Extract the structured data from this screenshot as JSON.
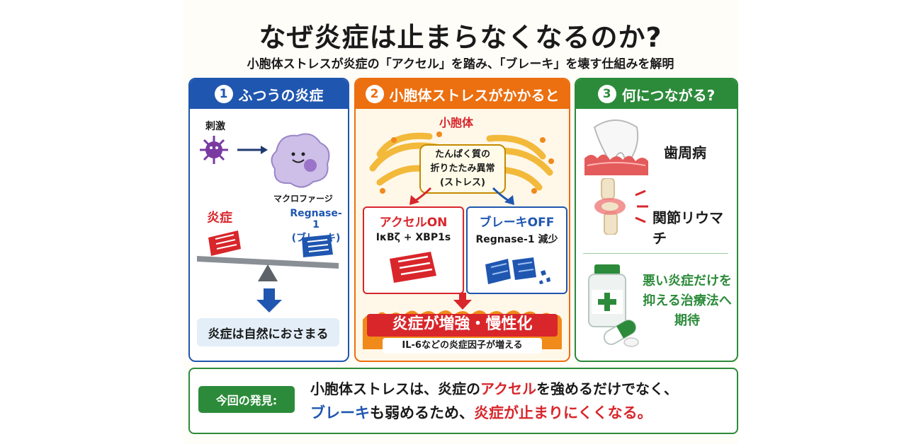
{
  "title": "なぜ炎症は止まらなくなるのか?",
  "subtitle": "小胞体ストレスが炎症の「アクセル」を踏み、「ブレーキ」を壊す仕組みを解明",
  "panel1": {
    "number": "1",
    "heading": "ふつうの炎症",
    "stimulus": "刺激",
    "macrophage": "マクロファージ",
    "inflammation": "炎症",
    "regnase": "Regnase-1",
    "brake": "(ブレーキ)",
    "result": "炎症は自然におさまる"
  },
  "panel2": {
    "number": "2",
    "heading": "小胞体ストレスがかかると",
    "er": "小胞体",
    "stress_lines": [
      "たんぱく質の",
      "折りたたみ異常",
      "(ストレス)"
    ],
    "accel_title": "アクセルON",
    "accel_sub": "IκBζ + XBP1s",
    "brake_title": "ブレーキOFF",
    "brake_sub": "Regnase-1 減少",
    "result": "炎症が増強・慢性化",
    "result_sub": "IL-6などの炎症因子が増える"
  },
  "panel3": {
    "number": "3",
    "heading": "何につながる?",
    "disease1": "歯周病",
    "disease2": "関節リウマチ",
    "hope_lines": [
      "悪い炎症だけを",
      "抑える治療法へ",
      "期待"
    ]
  },
  "bottom": {
    "badge": "今回の発見:",
    "line1_a": "小胞体ストレスは、炎症の",
    "line1_b": "アクセル",
    "line1_c": "を強めるだけでなく、",
    "line2_a": "ブレーキ",
    "line2_b": "も弱めるため、",
    "line2_c": "炎症が止まりにくくなる。"
  },
  "colors": {
    "blue": "#1f56b0",
    "orange": "#ec6f10",
    "green": "#2c8b3a",
    "red": "#d8262b"
  }
}
